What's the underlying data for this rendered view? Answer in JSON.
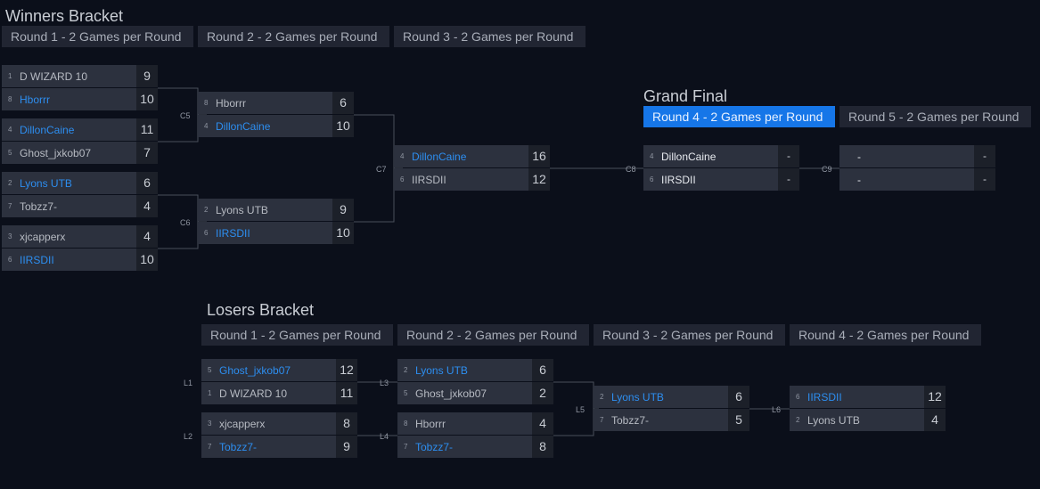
{
  "winners": {
    "title": "Winners Bracket",
    "rounds": [
      "Round 1 - 2 Games per Round",
      "Round 2 - 2 Games per Round",
      "Round 3 - 2 Games per Round"
    ],
    "matches": [
      {
        "label": "",
        "p1": {
          "seed": "1",
          "name": "D WIZARD 10",
          "score": "9"
        },
        "p2": {
          "seed": "8",
          "name": "Hborrr",
          "score": "10"
        }
      },
      {
        "label": "",
        "p1": {
          "seed": "4",
          "name": "DillonCaine",
          "score": "11"
        },
        "p2": {
          "seed": "5",
          "name": "Ghost_jxkob07",
          "score": "7"
        }
      },
      {
        "label": "",
        "p1": {
          "seed": "2",
          "name": "Lyons UTB",
          "score": "6"
        },
        "p2": {
          "seed": "7",
          "name": "Tobzz7-",
          "score": "4"
        }
      },
      {
        "label": "",
        "p1": {
          "seed": "3",
          "name": "xjcapperx",
          "score": "4"
        },
        "p2": {
          "seed": "6",
          "name": "IIRSDII",
          "score": "10"
        }
      },
      {
        "label": "C5",
        "p1": {
          "seed": "8",
          "name": "Hborrr",
          "score": "6"
        },
        "p2": {
          "seed": "4",
          "name": "DillonCaine",
          "score": "10"
        }
      },
      {
        "label": "C6",
        "p1": {
          "seed": "2",
          "name": "Lyons UTB",
          "score": "9"
        },
        "p2": {
          "seed": "6",
          "name": "IIRSDII",
          "score": "10"
        }
      },
      {
        "label": "C7",
        "p1": {
          "seed": "4",
          "name": "DillonCaine",
          "score": "16"
        },
        "p2": {
          "seed": "6",
          "name": "IIRSDII",
          "score": "12"
        }
      }
    ]
  },
  "grand_final": {
    "title": "Grand Final",
    "rounds": [
      "Round 4 - 2 Games per Round",
      "Round 5 - 2 Games per Round"
    ],
    "matches": [
      {
        "label": "C8",
        "p1": {
          "seed": "4",
          "name": "DillonCaine",
          "score": "-"
        },
        "p2": {
          "seed": "6",
          "name": "IIRSDII",
          "score": "-"
        }
      },
      {
        "label": "C9",
        "p1": {
          "seed": "",
          "name": "-",
          "score": "-"
        },
        "p2": {
          "seed": "",
          "name": "-",
          "score": "-"
        }
      }
    ]
  },
  "losers": {
    "title": "Losers Bracket",
    "rounds": [
      "Round 1 - 2 Games per Round",
      "Round 2 - 2 Games per Round",
      "Round 3 - 2 Games per Round",
      "Round 4 - 2 Games per Round"
    ],
    "matches": [
      {
        "label": "L1",
        "p1": {
          "seed": "5",
          "name": "Ghost_jxkob07",
          "score": "12"
        },
        "p2": {
          "seed": "1",
          "name": "D WIZARD 10",
          "score": "11"
        }
      },
      {
        "label": "L2",
        "p1": {
          "seed": "3",
          "name": "xjcapperx",
          "score": "8"
        },
        "p2": {
          "seed": "7",
          "name": "Tobzz7-",
          "score": "9"
        }
      },
      {
        "label": "L3",
        "p1": {
          "seed": "2",
          "name": "Lyons UTB",
          "score": "6"
        },
        "p2": {
          "seed": "5",
          "name": "Ghost_jxkob07",
          "score": "2"
        }
      },
      {
        "label": "L4",
        "p1": {
          "seed": "8",
          "name": "Hborrr",
          "score": "4"
        },
        "p2": {
          "seed": "7",
          "name": "Tobzz7-",
          "score": "8"
        }
      },
      {
        "label": "L5",
        "p1": {
          "seed": "2",
          "name": "Lyons UTB",
          "score": "6"
        },
        "p2": {
          "seed": "7",
          "name": "Tobzz7-",
          "score": "5"
        }
      },
      {
        "label": "L6",
        "p1": {
          "seed": "6",
          "name": "IIRSDII",
          "score": "12"
        },
        "p2": {
          "seed": "2",
          "name": "Lyons UTB",
          "score": "4"
        }
      }
    ]
  },
  "colors": {
    "background": "#0b0f1a",
    "slot": "#2c313e",
    "winner_name": "#2d8ef0",
    "active_round": "#1676e8",
    "connector": "#4a4f5b"
  }
}
